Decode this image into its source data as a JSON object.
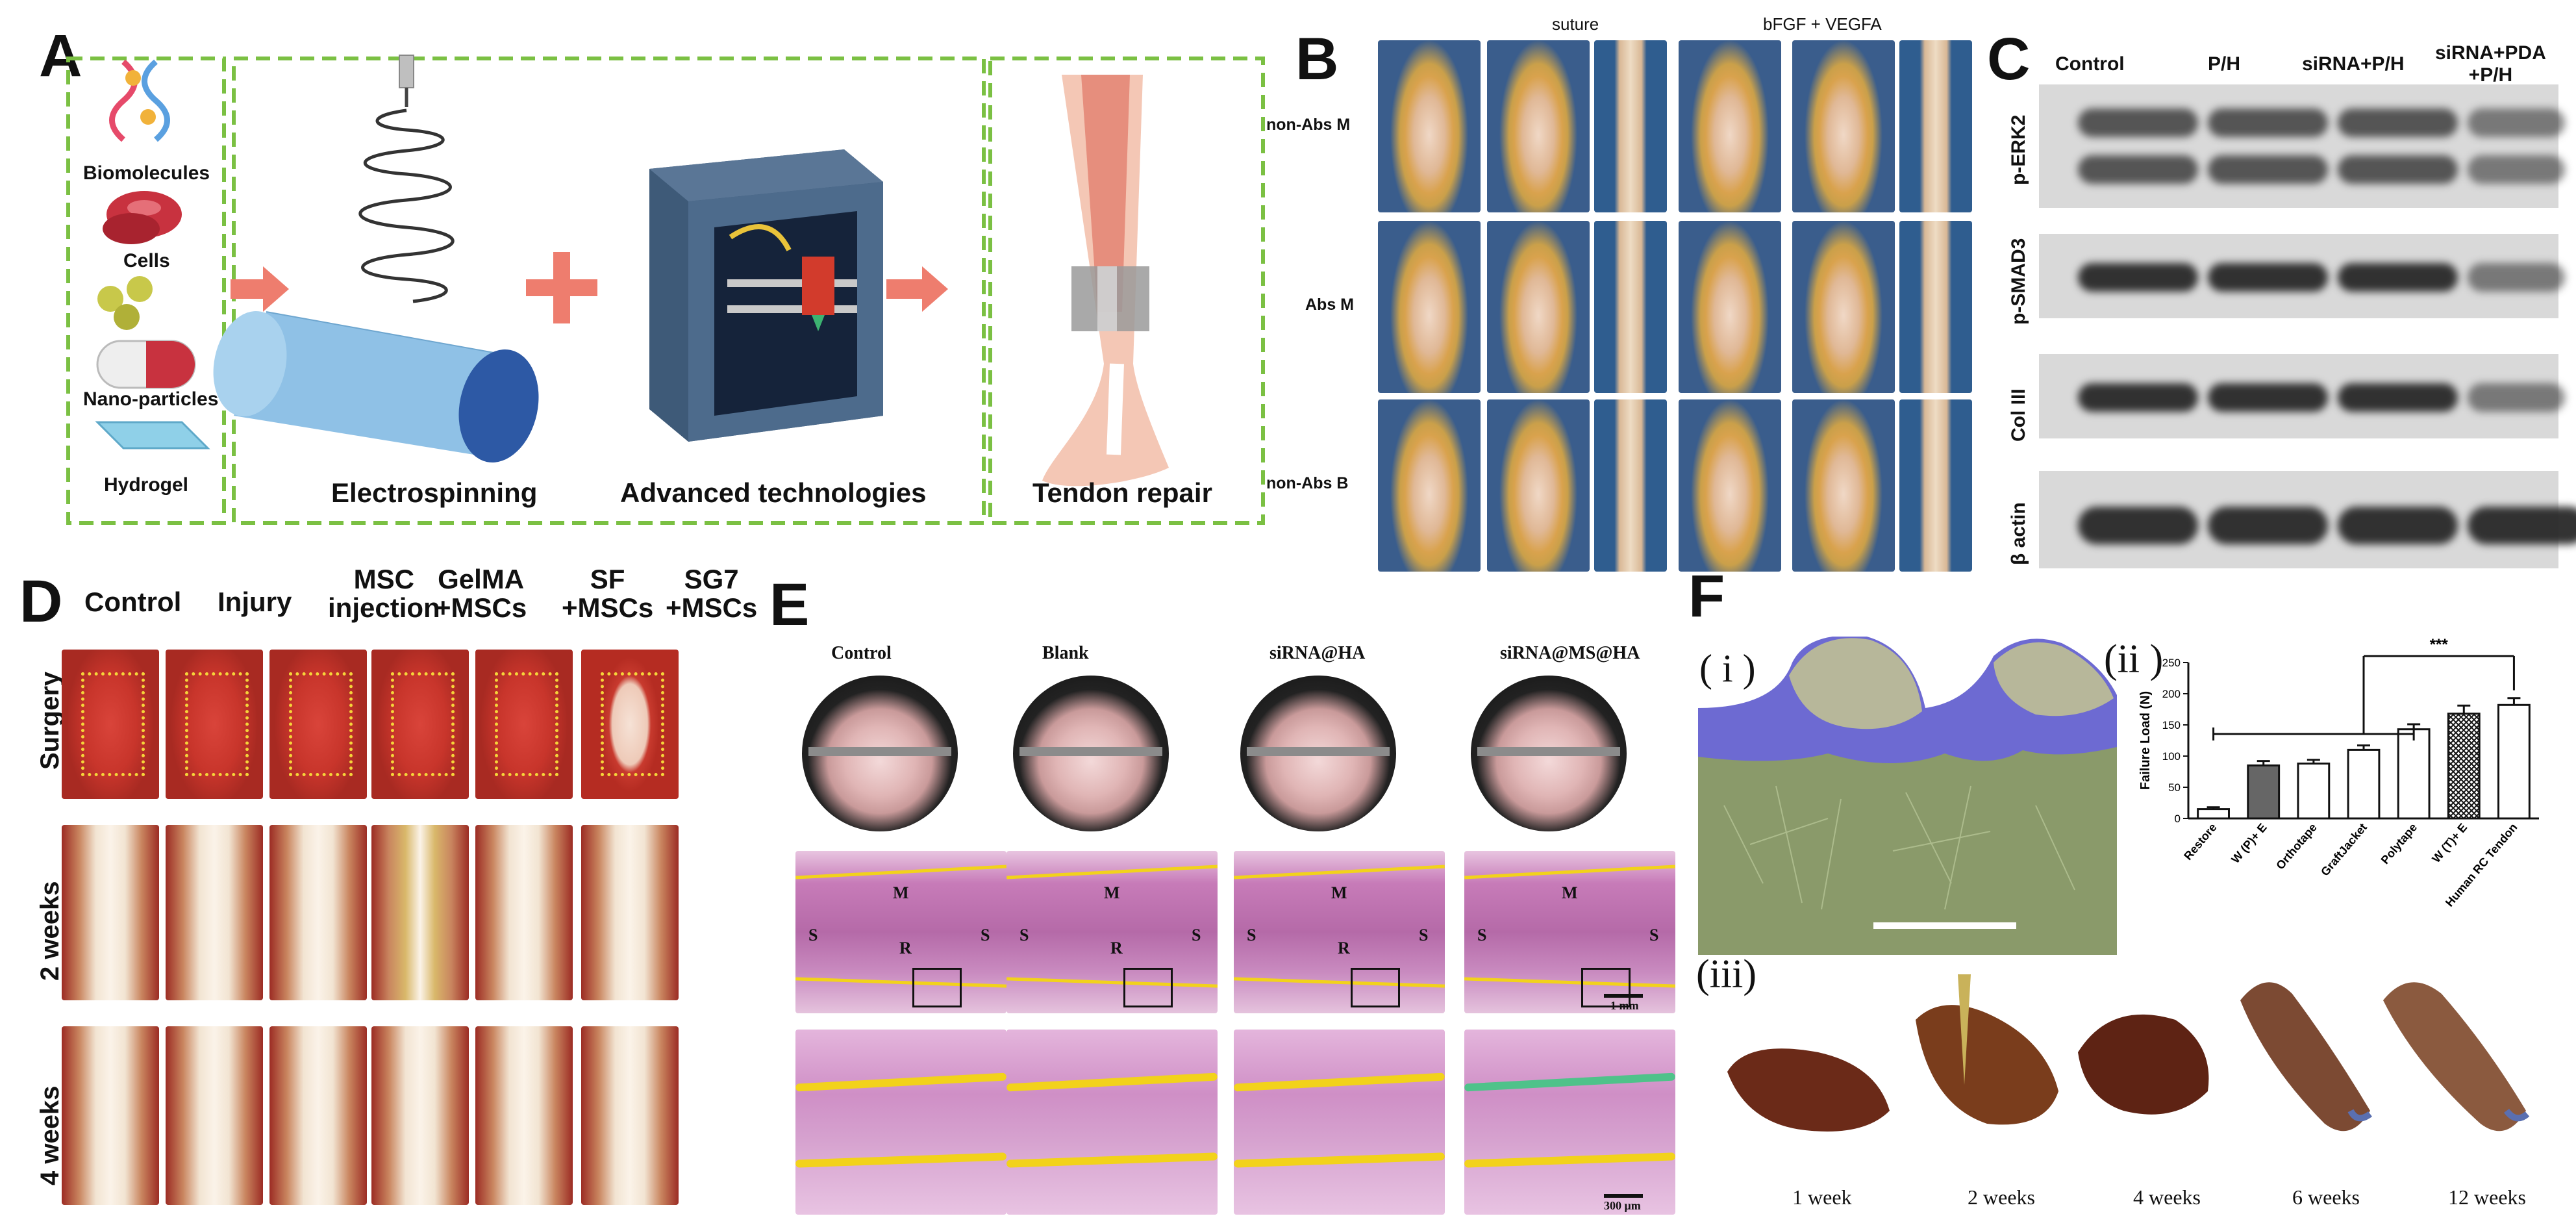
{
  "panels": {
    "A": {
      "letter": "A",
      "items": [
        "Biomolecules",
        "Cells",
        "Nano-particles",
        "Hydrogel"
      ],
      "steps": [
        "Electrospinning",
        "Advanced technologies",
        "Tendon repair"
      ]
    },
    "B": {
      "letter": "B",
      "groups": [
        "suture",
        "bFGF + VEGFA"
      ],
      "rows": [
        "non-Abs M",
        "Abs M",
        "non-Abs B"
      ]
    },
    "C": {
      "letter": "C",
      "columns": [
        "Control",
        "P/H",
        "siRNA+P/H",
        "siRNA+PDA\n+P/H"
      ],
      "rows": [
        "p-ERK2",
        "p-SMAD3",
        "Col III",
        "β actin"
      ]
    },
    "D": {
      "letter": "D",
      "columns": [
        "Control",
        "Injury",
        "MSC\ninjection",
        "GelMA\n+MSCs",
        "SF\n+MSCs",
        "SG7\n+MSCs"
      ],
      "rows": [
        "Surgery",
        "2 weeks",
        "4 weeks"
      ]
    },
    "E": {
      "letter": "E",
      "columns": [
        "Control",
        "Blank",
        "siRNA@HA",
        "siRNA@MS@HA"
      ],
      "region_labels": [
        "M",
        "S",
        "R"
      ],
      "scale_1": "1 mm",
      "scale_2": "300 μm"
    },
    "F": {
      "letter": "F",
      "sub_i": "( i )",
      "sub_ii": "(ii )",
      "sub_iii": "(iii)",
      "timepoints": [
        "1 week",
        "2 weeks",
        "4 weeks",
        "6 weeks",
        "12 weeks"
      ]
    }
  },
  "chart_data": {
    "type": "bar",
    "ylabel": "Failure Load (N)",
    "ylim": [
      0,
      250
    ],
    "yticks": [
      0,
      50,
      100,
      150,
      200,
      250
    ],
    "categories": [
      "Restore",
      "W (P)+ E",
      "Orthotape",
      "GraftJacket",
      "Polytape",
      "W (T)+ E",
      "Human RC Tendon"
    ],
    "values": [
      15,
      85,
      88,
      110,
      143,
      168,
      182
    ],
    "errors": [
      3,
      7,
      6,
      7,
      8,
      13,
      11
    ],
    "significance": "***"
  },
  "colors": {
    "dash_green": "#7bc043",
    "arrow_salmon": "#ee7d6e",
    "tissue_red": "#b8352a",
    "tendon_white": "#ecdcc5",
    "he_pink": "#c77bb8",
    "trace_yellow": "#f2d21b",
    "trace_green": "#4fc28a",
    "sem_blue": "#6f6ed6",
    "sem_green": "#8fa36c"
  }
}
